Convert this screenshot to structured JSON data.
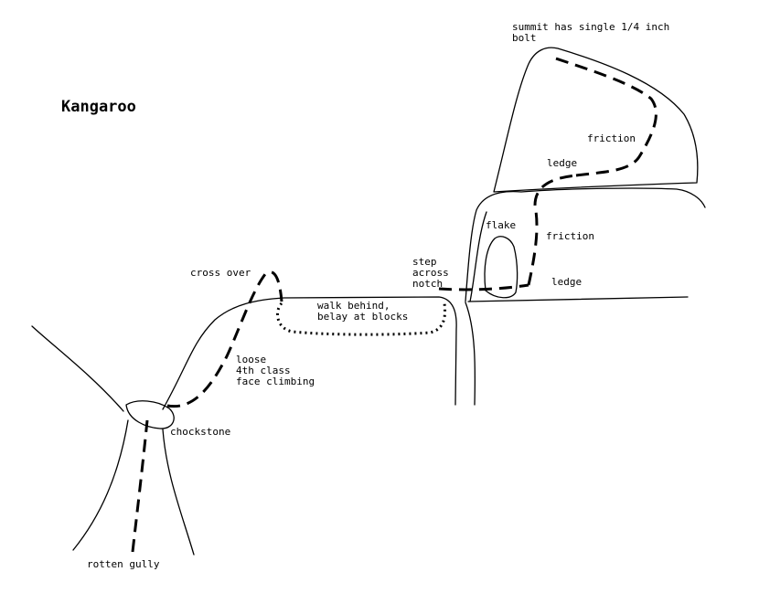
{
  "title": "Kangaroo",
  "labels": {
    "summit_line1": "summit has single 1/4 inch",
    "summit_line2": "bolt",
    "friction_upper": "friction",
    "ledge_upper": "ledge",
    "flake": "flake",
    "friction_lower": "friction",
    "ledge_lower": "ledge",
    "step_line1": "step",
    "step_line2": "across",
    "step_line3": "notch",
    "cross_over": "cross over",
    "walk_line1": "walk behind,",
    "walk_line2": "belay at blocks",
    "loose_line1": "loose",
    "loose_line2": "4th class",
    "loose_line3": "face climbing",
    "chockstone": "chockstone",
    "rotten_gully": "rotten gully"
  }
}
